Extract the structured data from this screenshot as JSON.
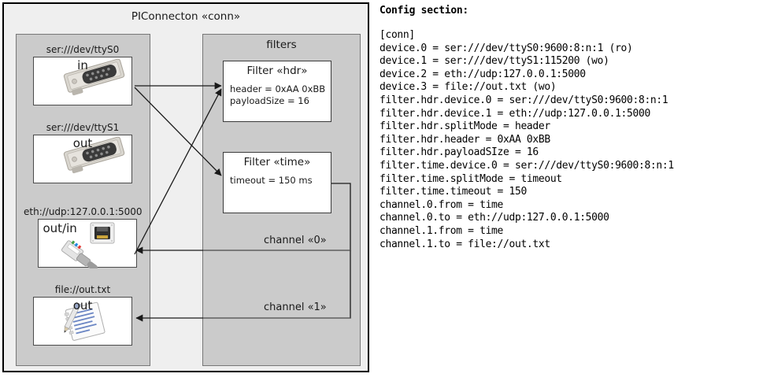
{
  "diagram": {
    "title": "PIConnecton «conn»",
    "groups": {
      "devices_title": "",
      "filters_title": "filters"
    },
    "devices": [
      {
        "id": "ttyS0",
        "label": "ser:///dev/ttyS0",
        "direction": "in",
        "icon": "serial-port-icon"
      },
      {
        "id": "ttyS1",
        "label": "ser:///dev/ttyS1",
        "direction": "out",
        "icon": "serial-port-icon"
      },
      {
        "id": "eth",
        "label": "eth://udp:127.0.0.1:5000",
        "direction": "out/in",
        "icon": "network-jack-icon"
      },
      {
        "id": "file",
        "label": "file://out.txt",
        "direction": "out",
        "icon": "text-file-icon"
      }
    ],
    "filters": [
      {
        "id": "hdr",
        "title": "Filter «hdr»",
        "props": [
          "header = 0xAA 0xBB",
          "payloadSize = 16"
        ]
      },
      {
        "id": "time",
        "title": "Filter «time»",
        "props": [
          "timeout = 150 ms"
        ]
      }
    ],
    "channels": [
      {
        "id": "0",
        "label": "channel «0»"
      },
      {
        "id": "1",
        "label": "channel «1»"
      }
    ],
    "colors": {
      "outer_background": "#efefef",
      "group_background": "#cbcbcb",
      "node_background": "#ffffff",
      "border": "#000000",
      "edge": "#1a1a1a"
    }
  },
  "config": {
    "heading": "Config section:",
    "lines": [
      "[conn]",
      "device.0 = ser:///dev/ttyS0:9600:8:n:1 (ro)",
      "device.1 = ser:///dev/ttyS1:115200 (wo)",
      "device.2 = eth://udp:127.0.0.1:5000",
      "device.3 = file://out.txt (wo)",
      "filter.hdr.device.0 = ser:///dev/ttyS0:9600:8:n:1",
      "filter.hdr.device.1 = eth://udp:127.0.0.1:5000",
      "filter.hdr.splitMode = header",
      "filter.hdr.header = 0xAA 0xBB",
      "filter.hdr.payloadSIze = 16",
      "filter.time.device.0 = ser:///dev/ttyS0:9600:8:n:1",
      "filter.time.splitMode = timeout",
      "filter.time.timeout = 150",
      "channel.0.from = time",
      "channel.0.to = eth://udp:127.0.0.1:5000",
      "channel.1.from = time",
      "channel.1.to = file://out.txt"
    ],
    "text": "[conn]\ndevice.0 = ser:///dev/ttyS0:9600:8:n:1 (ro)\ndevice.1 = ser:///dev/ttyS1:115200 (wo)\ndevice.2 = eth://udp:127.0.0.1:5000\ndevice.3 = file://out.txt (wo)\nfilter.hdr.device.0 = ser:///dev/ttyS0:9600:8:n:1\nfilter.hdr.device.1 = eth://udp:127.0.0.1:5000\nfilter.hdr.splitMode = header\nfilter.hdr.header = 0xAA 0xBB\nfilter.hdr.payloadSIze = 16\nfilter.time.device.0 = ser:///dev/ttyS0:9600:8:n:1\nfilter.time.splitMode = timeout\nfilter.time.timeout = 150\nchannel.0.from = time\nchannel.0.to = eth://udp:127.0.0.1:5000\nchannel.1.from = time\nchannel.1.to = file://out.txt"
  }
}
